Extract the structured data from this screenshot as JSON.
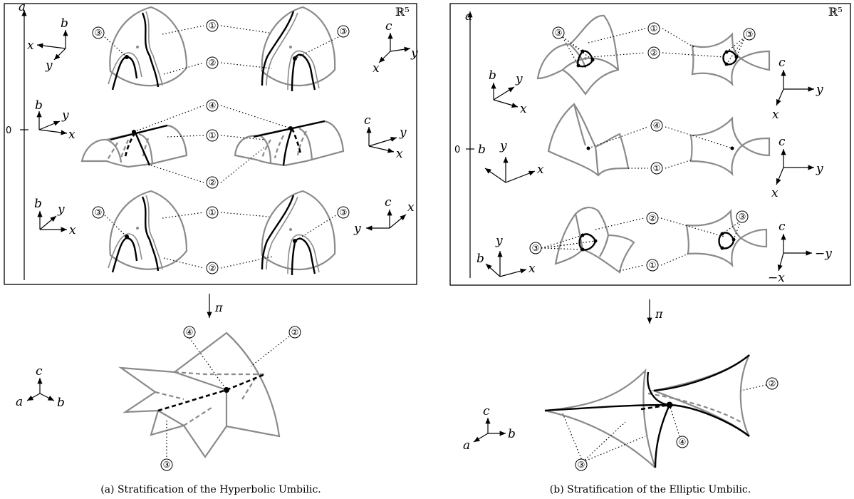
{
  "space_label": "ℝ⁵",
  "panel_a": {
    "axis_label": "a",
    "zero_label": "0",
    "frames": [
      {
        "x": "x",
        "y": "y",
        "z": "b"
      },
      {
        "x": "y",
        "y": "x",
        "z": "c"
      },
      {
        "x": "y",
        "y": "x",
        "z": "b"
      },
      {
        "x": "y",
        "y": "x",
        "z": "c"
      },
      {
        "x": "y",
        "y": "x",
        "z": "b"
      },
      {
        "x": "x",
        "y": "y",
        "z": "c"
      }
    ],
    "markers": [
      "③",
      "①",
      "②",
      "③",
      "④",
      "①",
      "②",
      "③",
      "①",
      "②",
      "③"
    ],
    "proj_label": "π",
    "proj_frame": {
      "z": "c",
      "x": "a",
      "y": "b"
    },
    "proj_markers": [
      "④",
      "②",
      "③"
    ],
    "caption": "(a) Stratification of the Hyperbolic Umbilic."
  },
  "panel_b": {
    "axis_label": "a",
    "zero_label": "0",
    "b_label": "b",
    "frames": [
      {
        "x": "x",
        "y": "y",
        "z": "b"
      },
      {
        "x": "y",
        "y": "x",
        "z": "c"
      },
      {
        "x": "x",
        "y": "y",
        "z": "b"
      },
      {
        "x": "y",
        "y": "x",
        "z": "c"
      },
      {
        "x": "x",
        "y": "y",
        "z": "b"
      },
      {
        "x": "−y",
        "y": "−x",
        "z": "c"
      }
    ],
    "markers": [
      "③",
      "①",
      "②",
      "③",
      "④",
      "①",
      "③",
      "②",
      "③",
      "①"
    ],
    "proj_label": "π",
    "proj_frame": {
      "z": "c",
      "x": "a",
      "y": "b"
    },
    "proj_markers": [
      "②",
      "④",
      "③"
    ],
    "caption": "(b) Stratification of the Elliptic Umbilic."
  }
}
